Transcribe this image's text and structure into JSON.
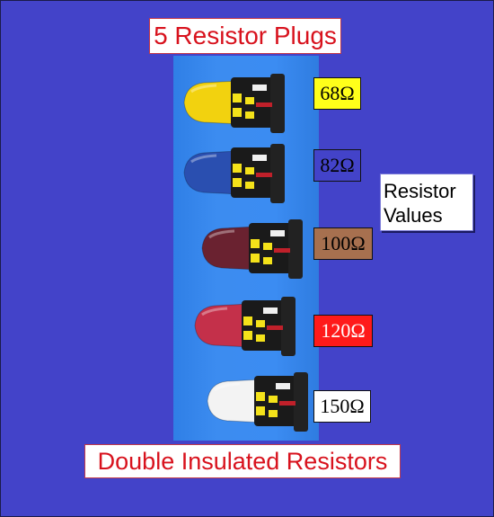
{
  "title": "5 Resistor Plugs",
  "footer": "Double Insulated Resistors",
  "legend": {
    "line1": "Resistor",
    "line2": "Values"
  },
  "resistors": [
    {
      "value": "68Ω",
      "cap_color": "#f2d20f",
      "box_bg": "#ffff1a",
      "text_color": "#000000"
    },
    {
      "value": "82Ω",
      "cap_color": "#2a4fb0",
      "box_bg": "#4343c9",
      "text_color": "#000000"
    },
    {
      "value": "100Ω",
      "cap_color": "#6a2230",
      "box_bg": "#a7704f",
      "text_color": "#000000"
    },
    {
      "value": "120Ω",
      "cap_color": "#c4304a",
      "box_bg": "#ff1a1a",
      "text_color": "#ffffff"
    },
    {
      "value": "150Ω",
      "cap_color": "#f3f3f3",
      "box_bg": "#ffffff",
      "text_color": "#000000"
    }
  ]
}
